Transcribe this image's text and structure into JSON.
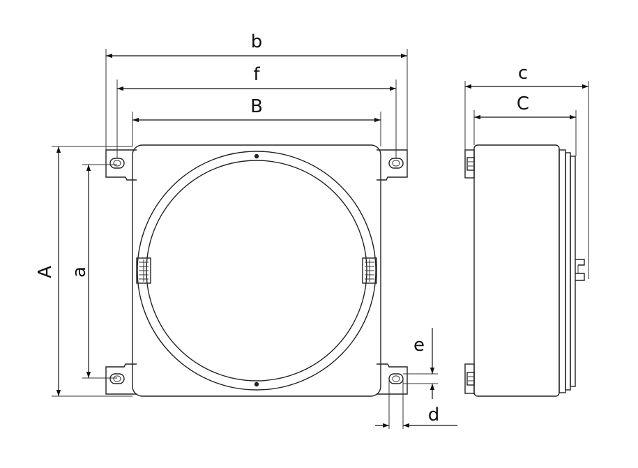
{
  "dimensions": {
    "b": "b",
    "f": "f",
    "B": "B",
    "c": "c",
    "C": "C",
    "A": "A",
    "a": "a",
    "e": "e",
    "d": "d"
  },
  "colors": {
    "line": "#222222",
    "background": "#ffffff"
  }
}
